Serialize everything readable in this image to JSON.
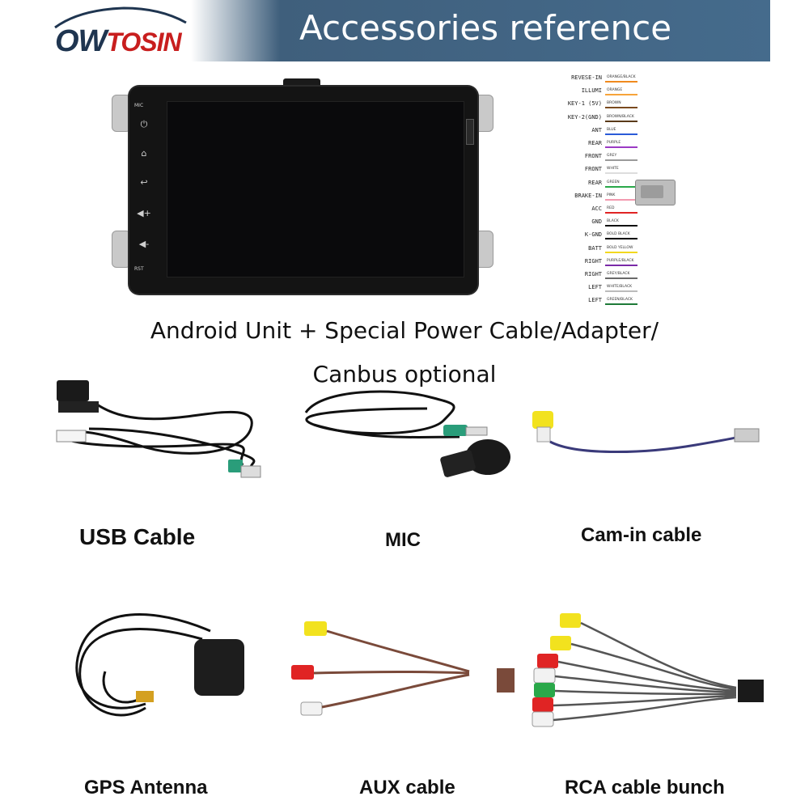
{
  "header": {
    "brand": "OWTOSIN",
    "brand_prefix": "OW",
    "brand_suffix": "TOSIN",
    "title": "Accessories reference"
  },
  "unit": {
    "side_labels": {
      "mic": "MIC",
      "rst": "RST"
    },
    "icons": [
      "power-icon",
      "home-icon",
      "back-icon",
      "volume-up-icon",
      "volume-down-icon"
    ]
  },
  "wiring": [
    {
      "name": "REVESE-IN",
      "color_label": "ORANGE/BLACK",
      "color": "#f08a1e"
    },
    {
      "name": "ILLUMI",
      "color_label": "ORANGE",
      "color": "#f7a43a"
    },
    {
      "name": "KEY-1 (5V)",
      "color_label": "BROWN",
      "color": "#7a4a1e"
    },
    {
      "name": "KEY-2(GND)",
      "color_label": "BROWN/BLACK",
      "color": "#5a3a1a"
    },
    {
      "name": "ANT",
      "color_label": "BLUE",
      "color": "#2a5bd8"
    },
    {
      "name": "REAR",
      "color_label": "PURPLE",
      "color": "#9b3ac4"
    },
    {
      "name": "FRONT",
      "color_label": "GREY",
      "color": "#9a9a9a"
    },
    {
      "name": "FRONT",
      "color_label": "WHITE",
      "color": "#dddddd"
    },
    {
      "name": "REAR",
      "color_label": "GREEN",
      "color": "#2aa84a"
    },
    {
      "name": "BRAKE-IN",
      "color_label": "PINK",
      "color": "#f29ab0"
    },
    {
      "name": "ACC",
      "color_label": "RED",
      "color": "#e02424"
    },
    {
      "name": "GND",
      "color_label": "BLACK",
      "color": "#111111"
    },
    {
      "name": "K-GND",
      "color_label": "BOLD BLACK",
      "color": "#000000"
    },
    {
      "name": "BATT",
      "color_label": "BOLD YELLOW",
      "color": "#f2d81e"
    },
    {
      "name": "RIGHT",
      "color_label": "PURPLE/BLACK",
      "color": "#7a2aa8"
    },
    {
      "name": "RIGHT",
      "color_label": "GREY/BLACK",
      "color": "#6a6a6a"
    },
    {
      "name": "LEFT",
      "color_label": "WHITE/BLACK",
      "color": "#bbbbbb"
    },
    {
      "name": "LEFT",
      "color_label": "GREEN/BLACK",
      "color": "#1e7a38"
    }
  ],
  "captions": {
    "main_line1": "Android Unit + Special Power Cable/Adapter/",
    "main_line2": "Canbus optional",
    "usb": "USB Cable",
    "mic": "MIC",
    "cam": "Cam-in cable",
    "gps": "GPS Antenna",
    "aux": "AUX cable",
    "rca": "RCA cable bunch"
  }
}
